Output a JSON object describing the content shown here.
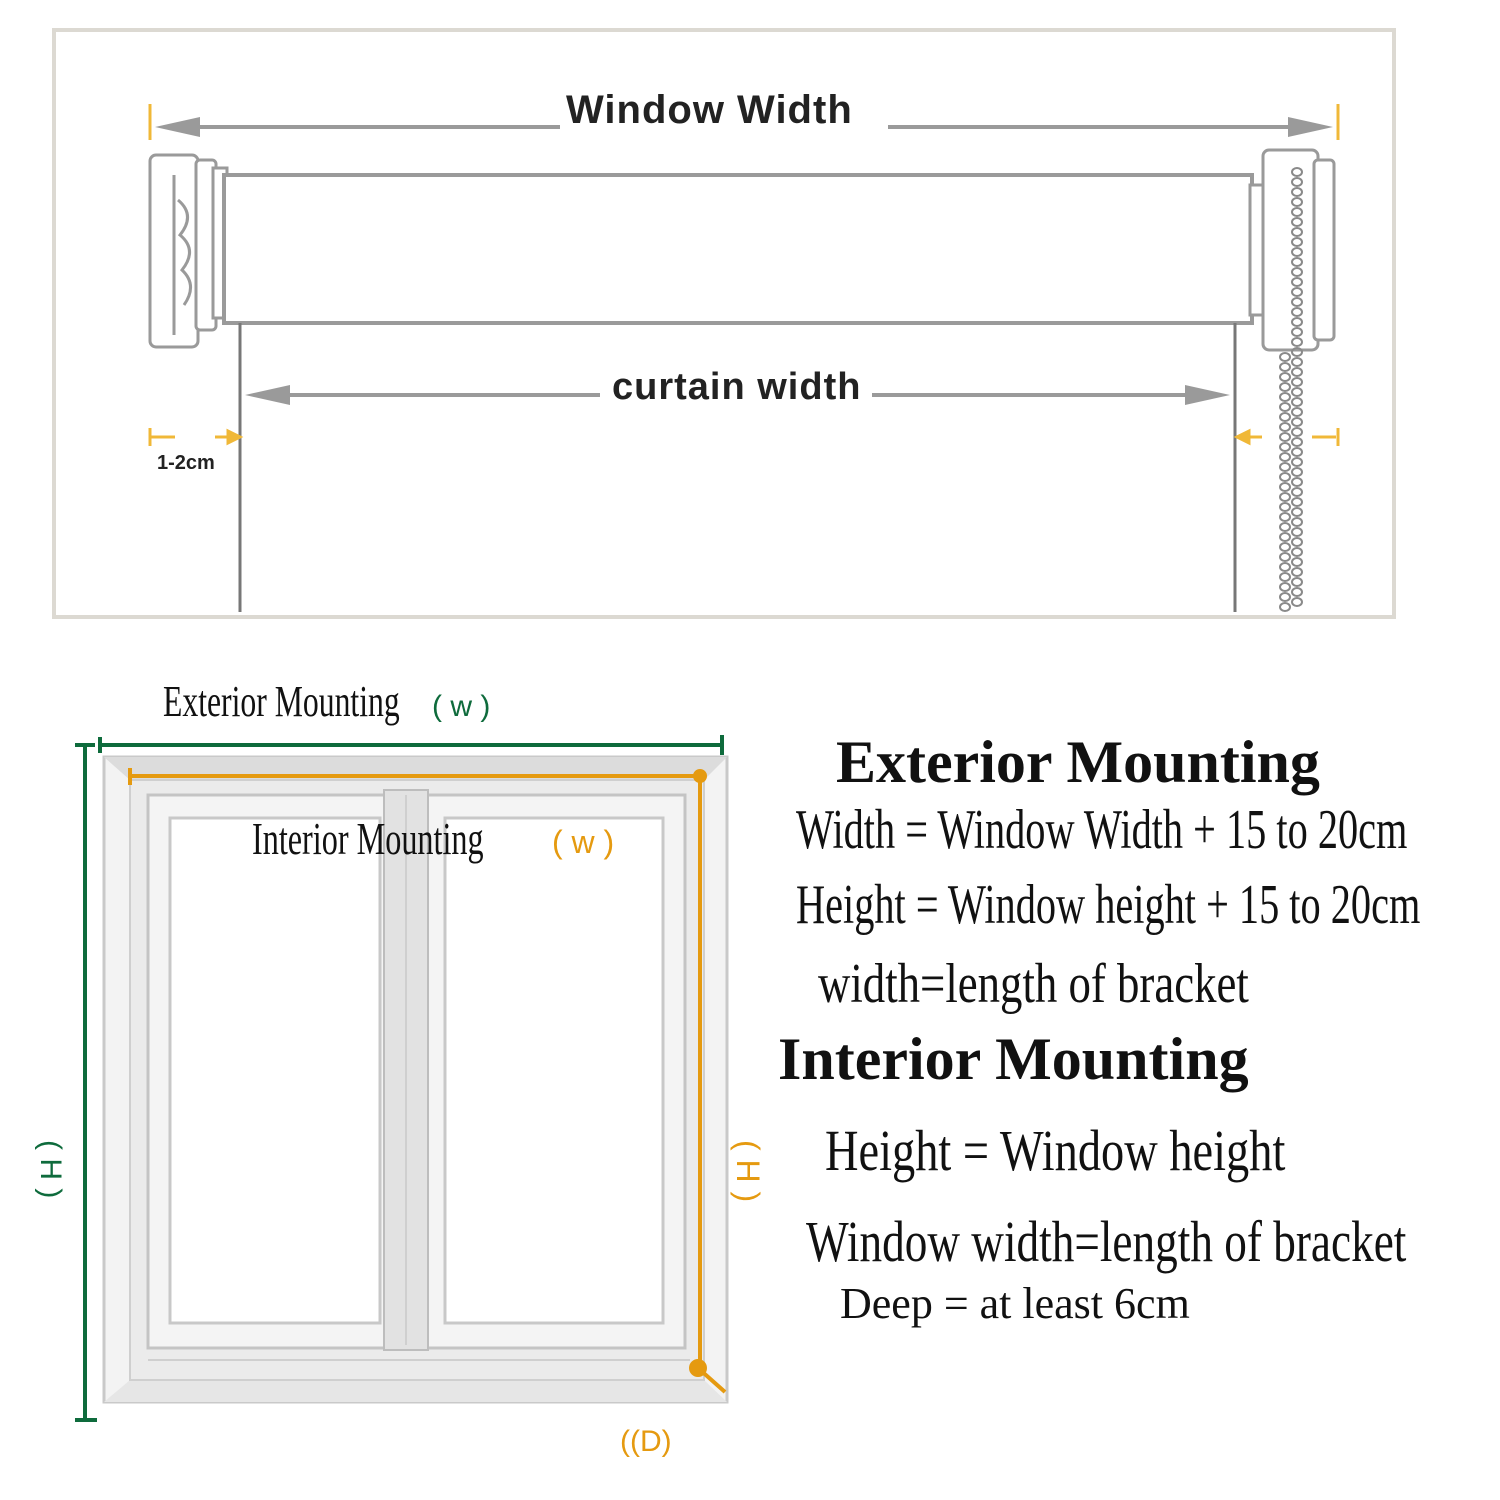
{
  "colors": {
    "exterior_line": "#0e6b3c",
    "interior_line": "#e59a10",
    "line_gray": "#9a9a9a",
    "frame_border": "#d9d6cf"
  },
  "blind_diagram": {
    "window_width_label": "Window  Width",
    "curtain_width_label": "curtain width",
    "gap_label": "1-2cm"
  },
  "window_diagram": {
    "exterior_label": "Exterior Mounting",
    "exterior_w": "( w )",
    "interior_label": "Interior Mounting",
    "interior_w": "( w )",
    "h_left": "( H )",
    "h_right": "( H )",
    "depth": "((D)"
  },
  "instructions": {
    "exterior_heading": "Exterior Mounting",
    "exterior_width": "Width = Window Width + 15 to 20cm",
    "exterior_height": "Height = Window height + 15 to 20cm",
    "exterior_bracket": "width=length of bracket",
    "interior_heading": "Interior Mounting",
    "interior_height": "Height = Window height",
    "interior_bracket": "Window width=length of bracket",
    "interior_deep": "Deep = at least 6cm"
  }
}
